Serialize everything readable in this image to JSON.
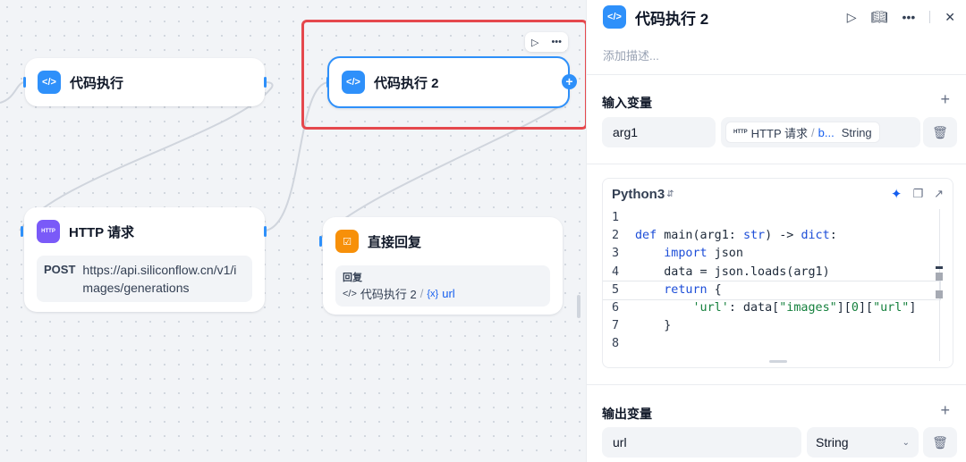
{
  "canvas": {
    "nodes": {
      "code1": {
        "title": "代码执行"
      },
      "code2": {
        "title": "代码执行 2"
      },
      "http": {
        "title": "HTTP 请求",
        "method": "POST",
        "url": "https://api.siliconflow.cn/v1/images/generations",
        "icon_text": "HTTP"
      },
      "reply": {
        "title": "直接回复",
        "label": "回复",
        "ref_node": "代码执行 2",
        "ref_var": "url"
      }
    }
  },
  "panel": {
    "title": "代码执行 2",
    "description_placeholder": "添加描述...",
    "inputs": {
      "title": "输入变量",
      "items": [
        {
          "name": "arg1",
          "source_node": "HTTP 请求",
          "source_path": "b...",
          "type": "String"
        }
      ]
    },
    "code": {
      "language": "Python3",
      "lines": [
        "1",
        "2",
        "3",
        "4",
        "5",
        "6",
        "7",
        "8"
      ]
    },
    "outputs": {
      "title": "输出变量",
      "items": [
        {
          "name": "url",
          "type": "String"
        }
      ]
    }
  },
  "colors": {
    "accent": "#2e90fa",
    "selection": "#e5484d",
    "http": "#7a5af8",
    "reply": "#f79009"
  }
}
